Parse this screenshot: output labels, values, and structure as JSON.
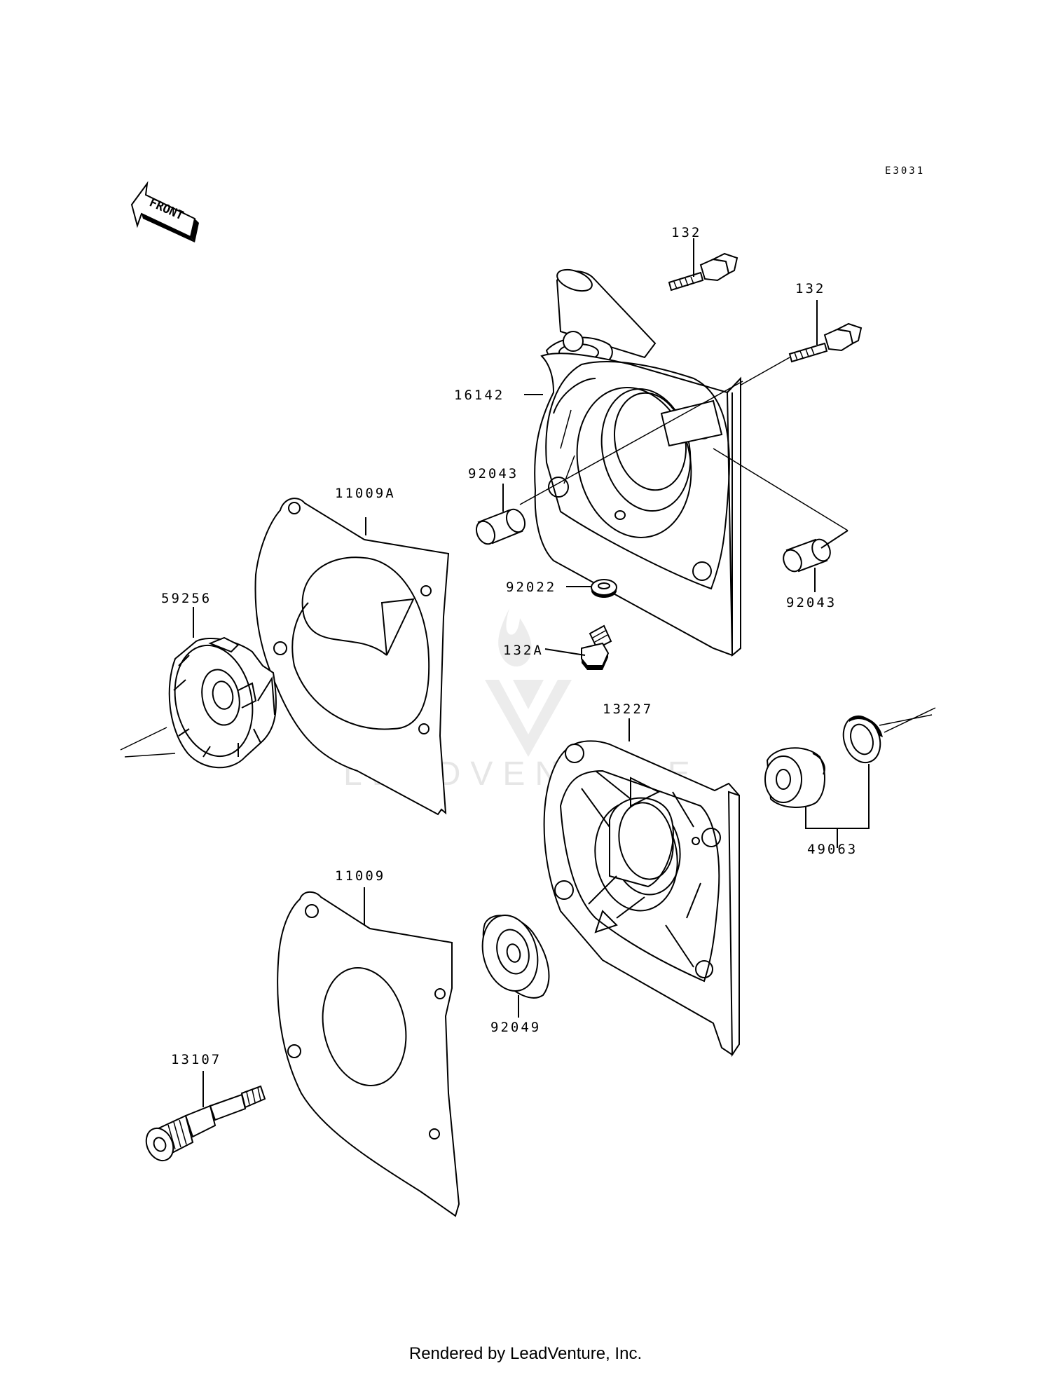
{
  "diagram_code": "E3031",
  "front_marker": "FRONT",
  "watermark": "LEADVENTURE",
  "footer": "Rendered by LeadVenture, Inc.",
  "parts": {
    "bolt_132_top": "132",
    "bolt_132_right": "132",
    "cover_16142": "16142",
    "dowel_92043_left": "92043",
    "dowel_92043_right": "92043",
    "washer_92022": "92022",
    "bolt_132a": "132A",
    "gasket_11009a": "11009A",
    "impeller_59256": "59256",
    "housing_13227": "13227",
    "seal_49063": "49063",
    "gasket_11009": "11009",
    "seal_92049": "92049",
    "shaft_13107": "13107"
  }
}
